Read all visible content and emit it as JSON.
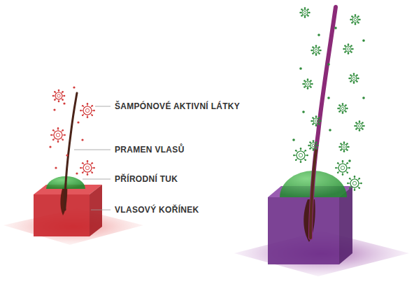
{
  "diagram": {
    "labels": [
      "ŠAMPÓNOVÉ AKTIVNÍ LÁTKY",
      "PRAMEN VLASŮ",
      "PŘÍRODNÍ TUK",
      "VLASOVÝ KOŘÍNEK"
    ]
  }
}
